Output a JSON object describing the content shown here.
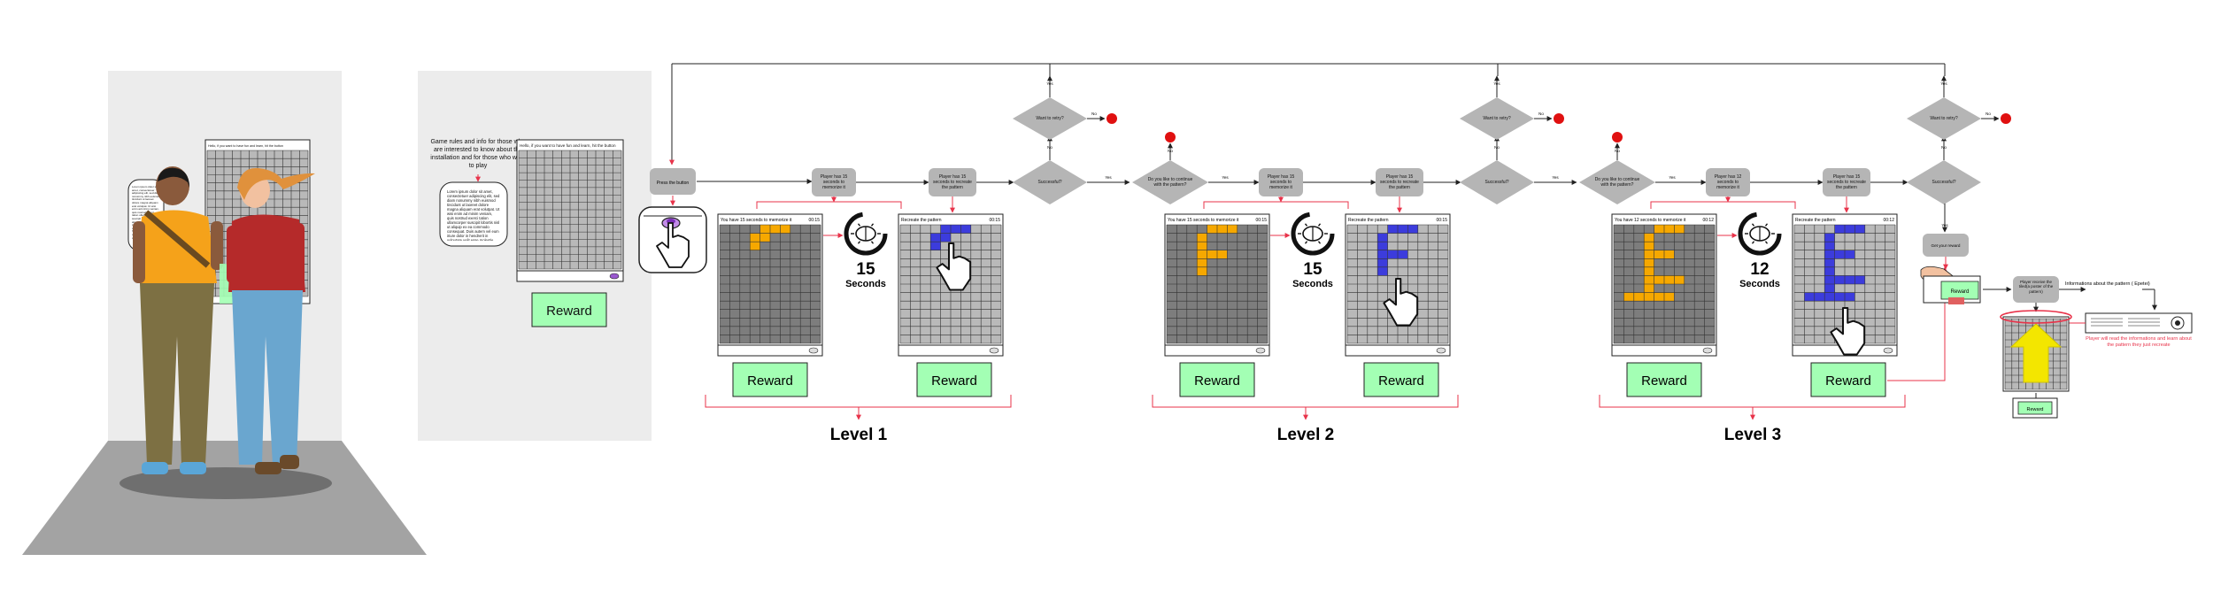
{
  "scene": {
    "screen_text": "Hello, if you want to have fun and learn, hit the button",
    "info_card_text": "Lorem ipsum dolor sit amet, consectetuer adipiscing elit, sed diam nonummy nibh euismod tincidunt ut laoreet dolore magna aliquam erat volutpat. Ut wisi enim ad minim veniam, quis nostrud exerci tation ullamcorper suscipit lobortis nisl ut aliquip ex ea commodo consequat. Duis autem vel eum iriure dolor in hendrerit in vulputate velit esse molestie consequat, vel illum"
  },
  "panel": {
    "rules_text": "Game rules and info for those who are interested to know about the installation and for those who want to play",
    "screen_text": "Hello, if you want to have fun and learn, hit the button",
    "reward_label": "Reward"
  },
  "flow": {
    "press_button": "Press the button",
    "want_to_retry": "Want to retry?",
    "successful": "Successful?",
    "yes": "Yes",
    "no": "No",
    "continue_question": "Do you like to continue with the pattern?",
    "recreate_step": "Player has 15 seconds to recreate the pattern",
    "your_reward": "Get your reward",
    "reward_step": "Player receive the tiled(a poster of the pattern)",
    "info_label": "Informations about the pattern ( Epetei)",
    "final_note": "Player will read the informations and learn about the pattern they just recreate"
  },
  "levels": [
    {
      "title": "Level 1",
      "memorise_step": "Player has 15 seconds to memorize it",
      "memorise_header": "You have 15 seconds to memorize it",
      "recreate_header": "Recreate the pattern",
      "timer_value": "15",
      "timer_unit": "Seconds",
      "counter": "00:15",
      "reward_label": "Reward"
    },
    {
      "title": "Level 2",
      "memorise_step": "Player has 15 seconds to memorize it",
      "memorise_header": "You have 15 seconds to memorize it",
      "recreate_header": "Recreate the pattern",
      "timer_value": "15",
      "timer_unit": "Seconds",
      "counter": "00:15",
      "reward_label": "Reward"
    },
    {
      "title": "Level 3",
      "memorise_step": "Player has 12 seconds to memorize it",
      "memorise_header": "You have 12 seconds to memorize it",
      "recreate_header": "Recreate the pattern",
      "timer_value": "12",
      "timer_unit": "Seconds",
      "counter": "00:12",
      "reward_label": "Reward"
    }
  ],
  "final": {
    "ticket_label": "Reward",
    "bottom_ticket_label": "Reward"
  },
  "colors": {
    "panel_bg": "#ececec",
    "floor": "#a3a3a3",
    "node_gray": "#b5b5b5",
    "grid_dark": "#7d7d7d",
    "grid_light": "#b9b9b9",
    "pattern_orange": "#f6a800",
    "pattern_blue": "#3c3cdc",
    "reward_green": "#a3ffb4",
    "accent_red": "#e8334a",
    "stop_red": "#e01010",
    "arrow_yellow": "#f3e600"
  }
}
